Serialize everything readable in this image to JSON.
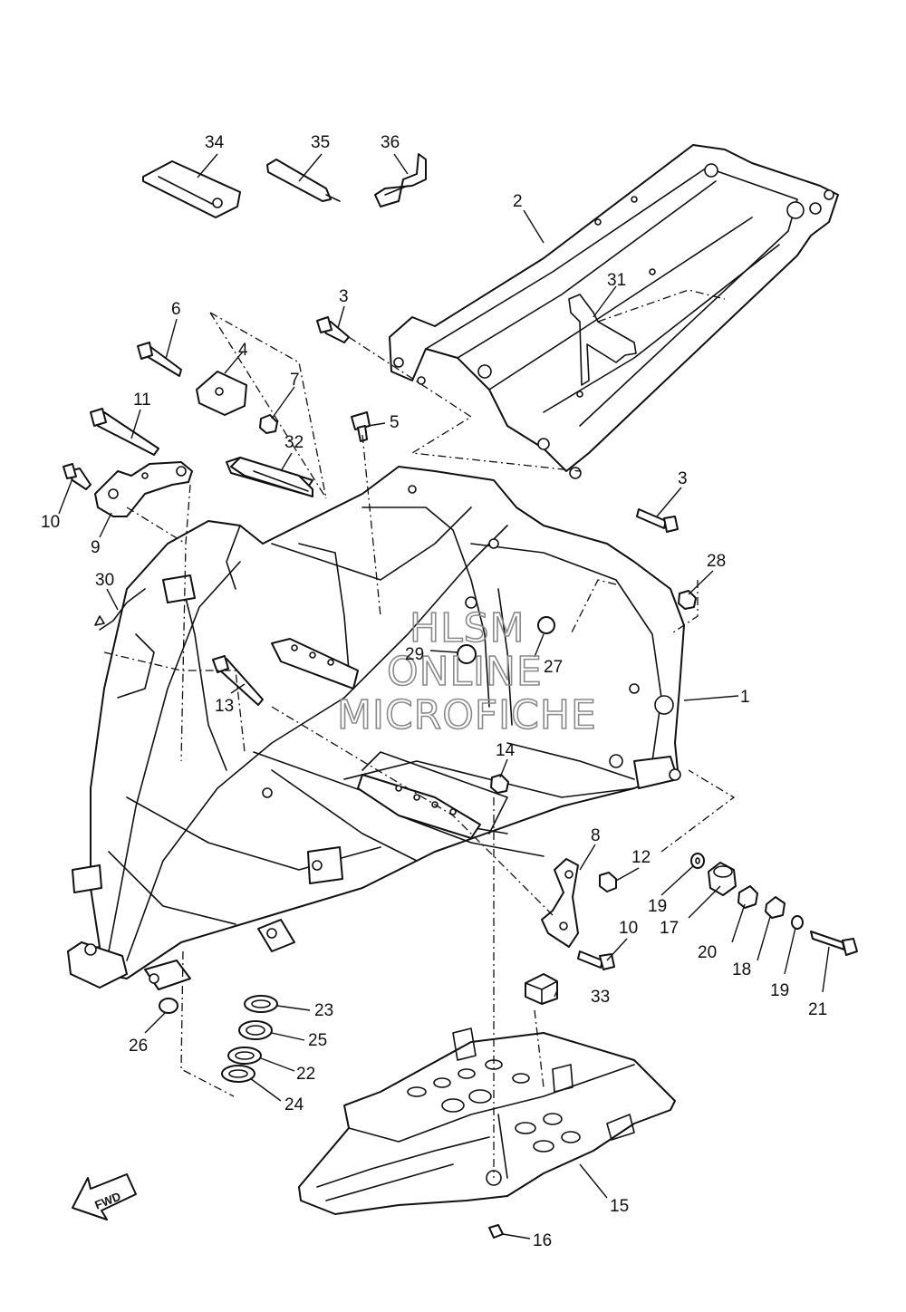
{
  "watermark": {
    "line1": "HLSM",
    "line2": "ONLINE",
    "line3": "MICROFICHE"
  },
  "fwd_label": "FWD",
  "callouts": {
    "c1": "1",
    "c2": "2",
    "c3a": "3",
    "c3b": "3",
    "c4": "4",
    "c5": "5",
    "c6": "6",
    "c7": "7",
    "c8": "8",
    "c9": "9",
    "c10a": "10",
    "c10b": "10",
    "c11": "11",
    "c12": "12",
    "c13": "13",
    "c14": "14",
    "c15": "15",
    "c16": "16",
    "c17": "17",
    "c18": "18",
    "c19a": "19",
    "c19b": "19",
    "c20": "20",
    "c21": "21",
    "c22": "22",
    "c23": "23",
    "c24": "24",
    "c25": "25",
    "c26": "26",
    "c27": "27",
    "c28": "28",
    "c29": "29",
    "c30": "30",
    "c31": "31",
    "c32": "32",
    "c33": "33",
    "c34": "34",
    "c35": "35",
    "c36": "36"
  }
}
